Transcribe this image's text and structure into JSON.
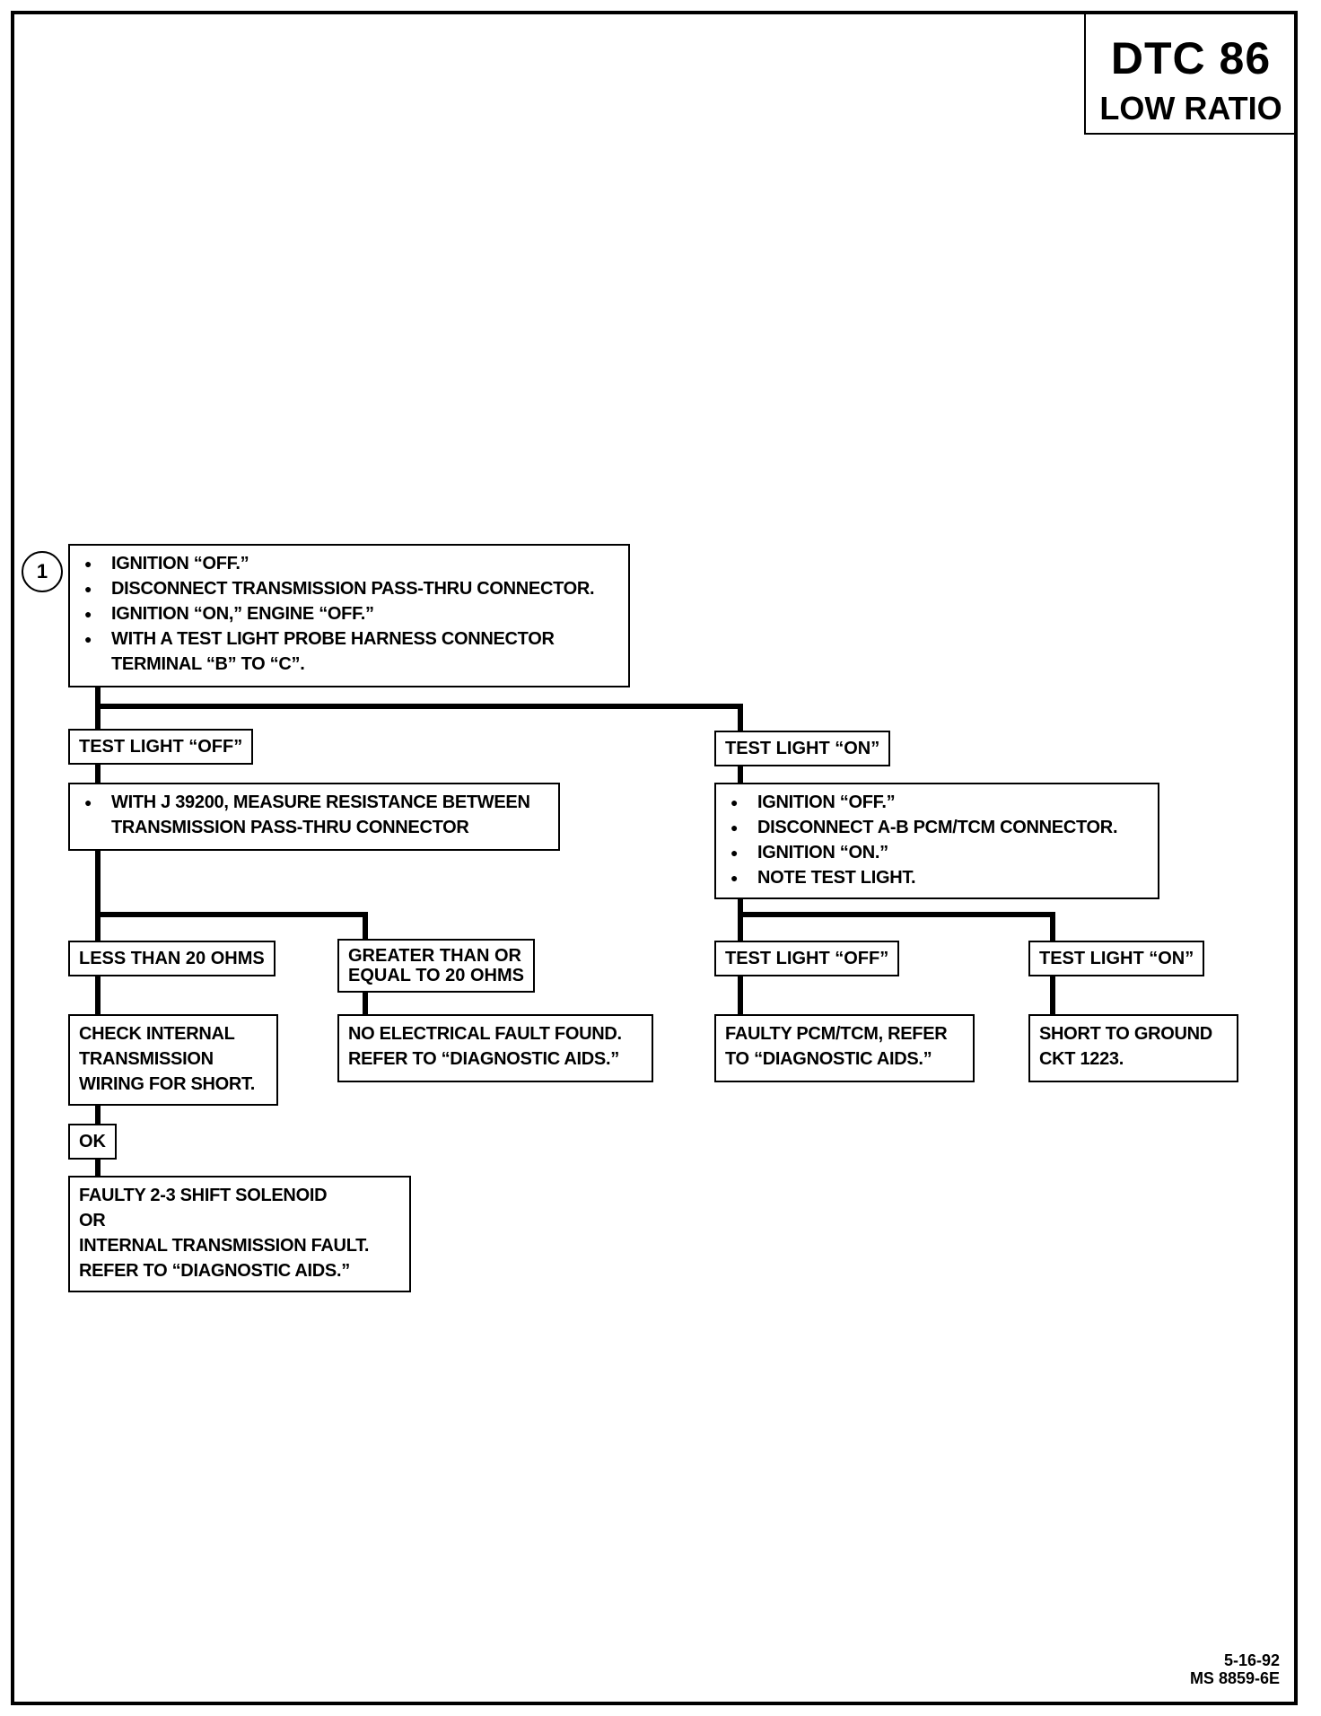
{
  "header": {
    "code": "DTC 86",
    "subtitle": "LOW RATIO"
  },
  "step": "1",
  "nodes": {
    "start": [
      "IGNITION “OFF.”",
      "DISCONNECT TRANSMISSION PASS-THRU CONNECTOR.",
      "IGNITION “ON,” ENGINE “OFF.”",
      "WITH A TEST LIGHT PROBE HARNESS CONNECTOR TERMINAL “B” TO “C”."
    ],
    "left_label": "TEST LIGHT “OFF”",
    "right_label": "TEST LIGHT “ON”",
    "measure": [
      "WITH J 39200, MEASURE RESISTANCE BETWEEN TRANSMISSION PASS-THRU CONNECTOR"
    ],
    "right_steps": [
      "IGNITION “OFF.”",
      "DISCONNECT A-B PCM/TCM CONNECTOR.",
      "IGNITION “ON.”",
      "NOTE TEST LIGHT."
    ],
    "less_20": "LESS THAN 20 OHMS",
    "greater_20_l1": "GREATER THAN OR",
    "greater_20_l2": "EQUAL TO 20 OHMS",
    "rr_off": "TEST LIGHT “OFF”",
    "rr_on": "TEST LIGHT “ON”",
    "check_wiring": [
      "CHECK INTERNAL",
      "TRANSMISSION",
      "WIRING FOR SHORT."
    ],
    "no_fault": [
      "NO ELECTRICAL FAULT FOUND.",
      "REFER TO “DIAGNOSTIC AIDS.”"
    ],
    "faulty_pcm": [
      "FAULTY PCM/TCM, REFER",
      "TO “DIAGNOSTIC AIDS.”"
    ],
    "short_ground": [
      "SHORT TO GROUND",
      "CKT 1223."
    ],
    "ok": "OK",
    "final": [
      "FAULTY 2-3 SHIFT SOLENOID",
      "OR",
      "INTERNAL TRANSMISSION FAULT.",
      "REFER TO “DIAGNOSTIC AIDS.”"
    ]
  },
  "footer": {
    "date": "5-16-92",
    "code": "MS 8859-6E"
  }
}
